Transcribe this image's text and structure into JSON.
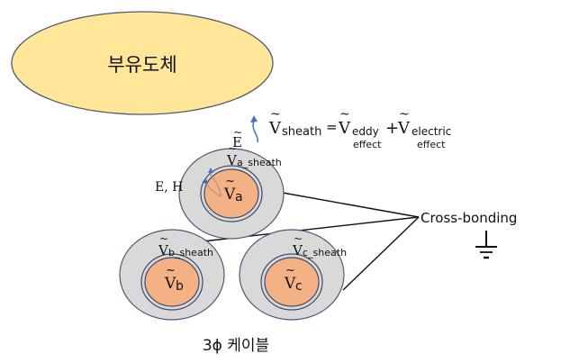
{
  "floating_conductor": {
    "label": "부유도체",
    "fill": "#FFE699",
    "stroke": "#505a6a"
  },
  "field_label": "E",
  "equation": {
    "lhs_base": "V",
    "lhs_sub": "sheath",
    "equals": "=",
    "term1_base": "V",
    "term1_sub_line1": "eddy",
    "term1_sub_line2": "effect",
    "plus": "+",
    "term2_base": "V",
    "term2_sub_line1": "electric",
    "term2_sub_line2": "effect"
  },
  "eh_label": "E, H",
  "cables": [
    {
      "id": "a",
      "core_base": "V",
      "core_sub": "a",
      "sheath_base": "V",
      "sheath_sub": "a_sheath"
    },
    {
      "id": "b",
      "core_base": "V",
      "core_sub": "b",
      "sheath_base": "V",
      "sheath_sub": "b_sheath"
    },
    {
      "id": "c",
      "core_base": "V",
      "core_sub": "c",
      "sheath_base": "V",
      "sheath_sub": "c_sheath"
    }
  ],
  "cross_bonding_label": "Cross-bonding",
  "caption": "3ϕ 케이블",
  "colors": {
    "sheath_fill": "#D9D9D9",
    "sheath_stroke": "#4a5a7a",
    "core_fill": "#F4B183",
    "arrow": "#4472C4",
    "wire": "#111111"
  }
}
